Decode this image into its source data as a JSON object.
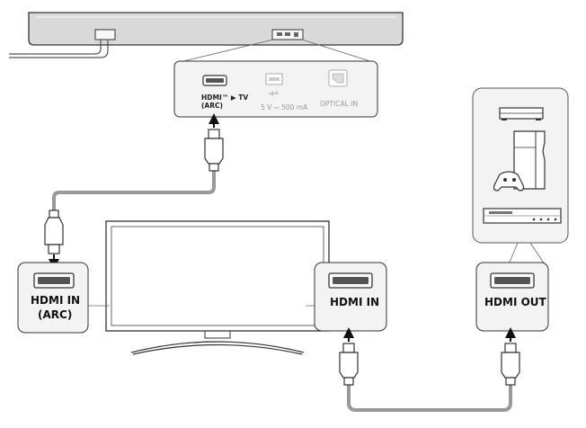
{
  "soundbar_panel": {
    "hdmi_label_line1": "HDMI™ ▶ TV",
    "hdmi_label_line2": "(ARC)",
    "usb_label": "5 V ⎓ 500 mA",
    "optical_label": "OPTICAL IN"
  },
  "tv_port": {
    "label_line1": "HDMI IN",
    "label_line2": "(ARC)"
  },
  "source_in_port": {
    "label": "HDMI IN"
  },
  "source_out_port": {
    "label": "HDMI OUT"
  },
  "icons": [
    "soundbar-icon",
    "tv-icon",
    "set-top-box-icon",
    "game-console-icon",
    "gamepad-icon",
    "blu-ray-player-icon",
    "hdmi-port-icon",
    "usb-port-icon",
    "optical-port-icon",
    "hdmi-plug-icon",
    "arrow-up-icon",
    "arrow-down-icon"
  ],
  "colors": {
    "outline": "#333333",
    "device_fill": "#d9d9d9",
    "panel_fill": "#f3f3f3",
    "cable": "#999999",
    "port": "#555555"
  }
}
